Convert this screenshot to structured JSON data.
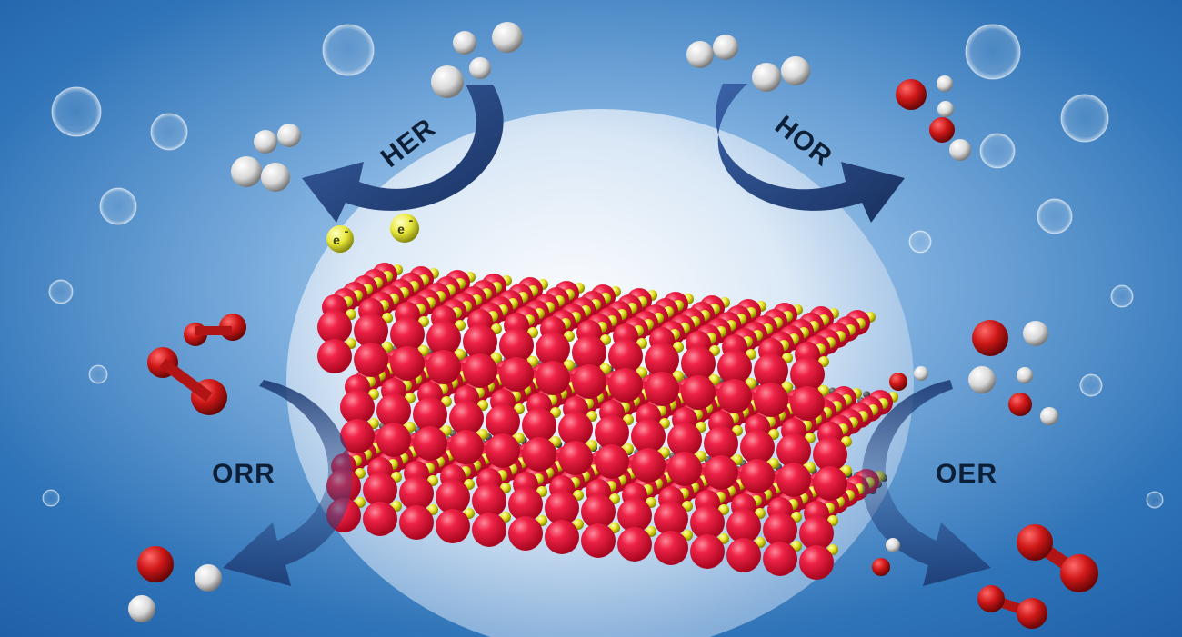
{
  "reactions": {
    "her": "HER",
    "hor": "HOR",
    "orr": "ORR",
    "oer": "OER"
  },
  "electron_label": "e",
  "electron_charge": "-",
  "colors": {
    "background_deep": "#1f5fa8",
    "background_light": "#cfe2f5",
    "oxygen_atom": "#e01a3a",
    "sulfur_atom": "#e3df1e",
    "carbon_atom": "#3a3a3a",
    "arrow": "#2a4a86",
    "hydrogen_atom": "#e8e8e8",
    "electron": "#e8e83a"
  },
  "icons": {
    "catalyst": "layered-crystal-icon",
    "h2": "hydrogen-molecule-icon",
    "o2": "oxygen-molecule-icon",
    "h2o": "water-molecule-icon",
    "electron": "electron-icon"
  }
}
